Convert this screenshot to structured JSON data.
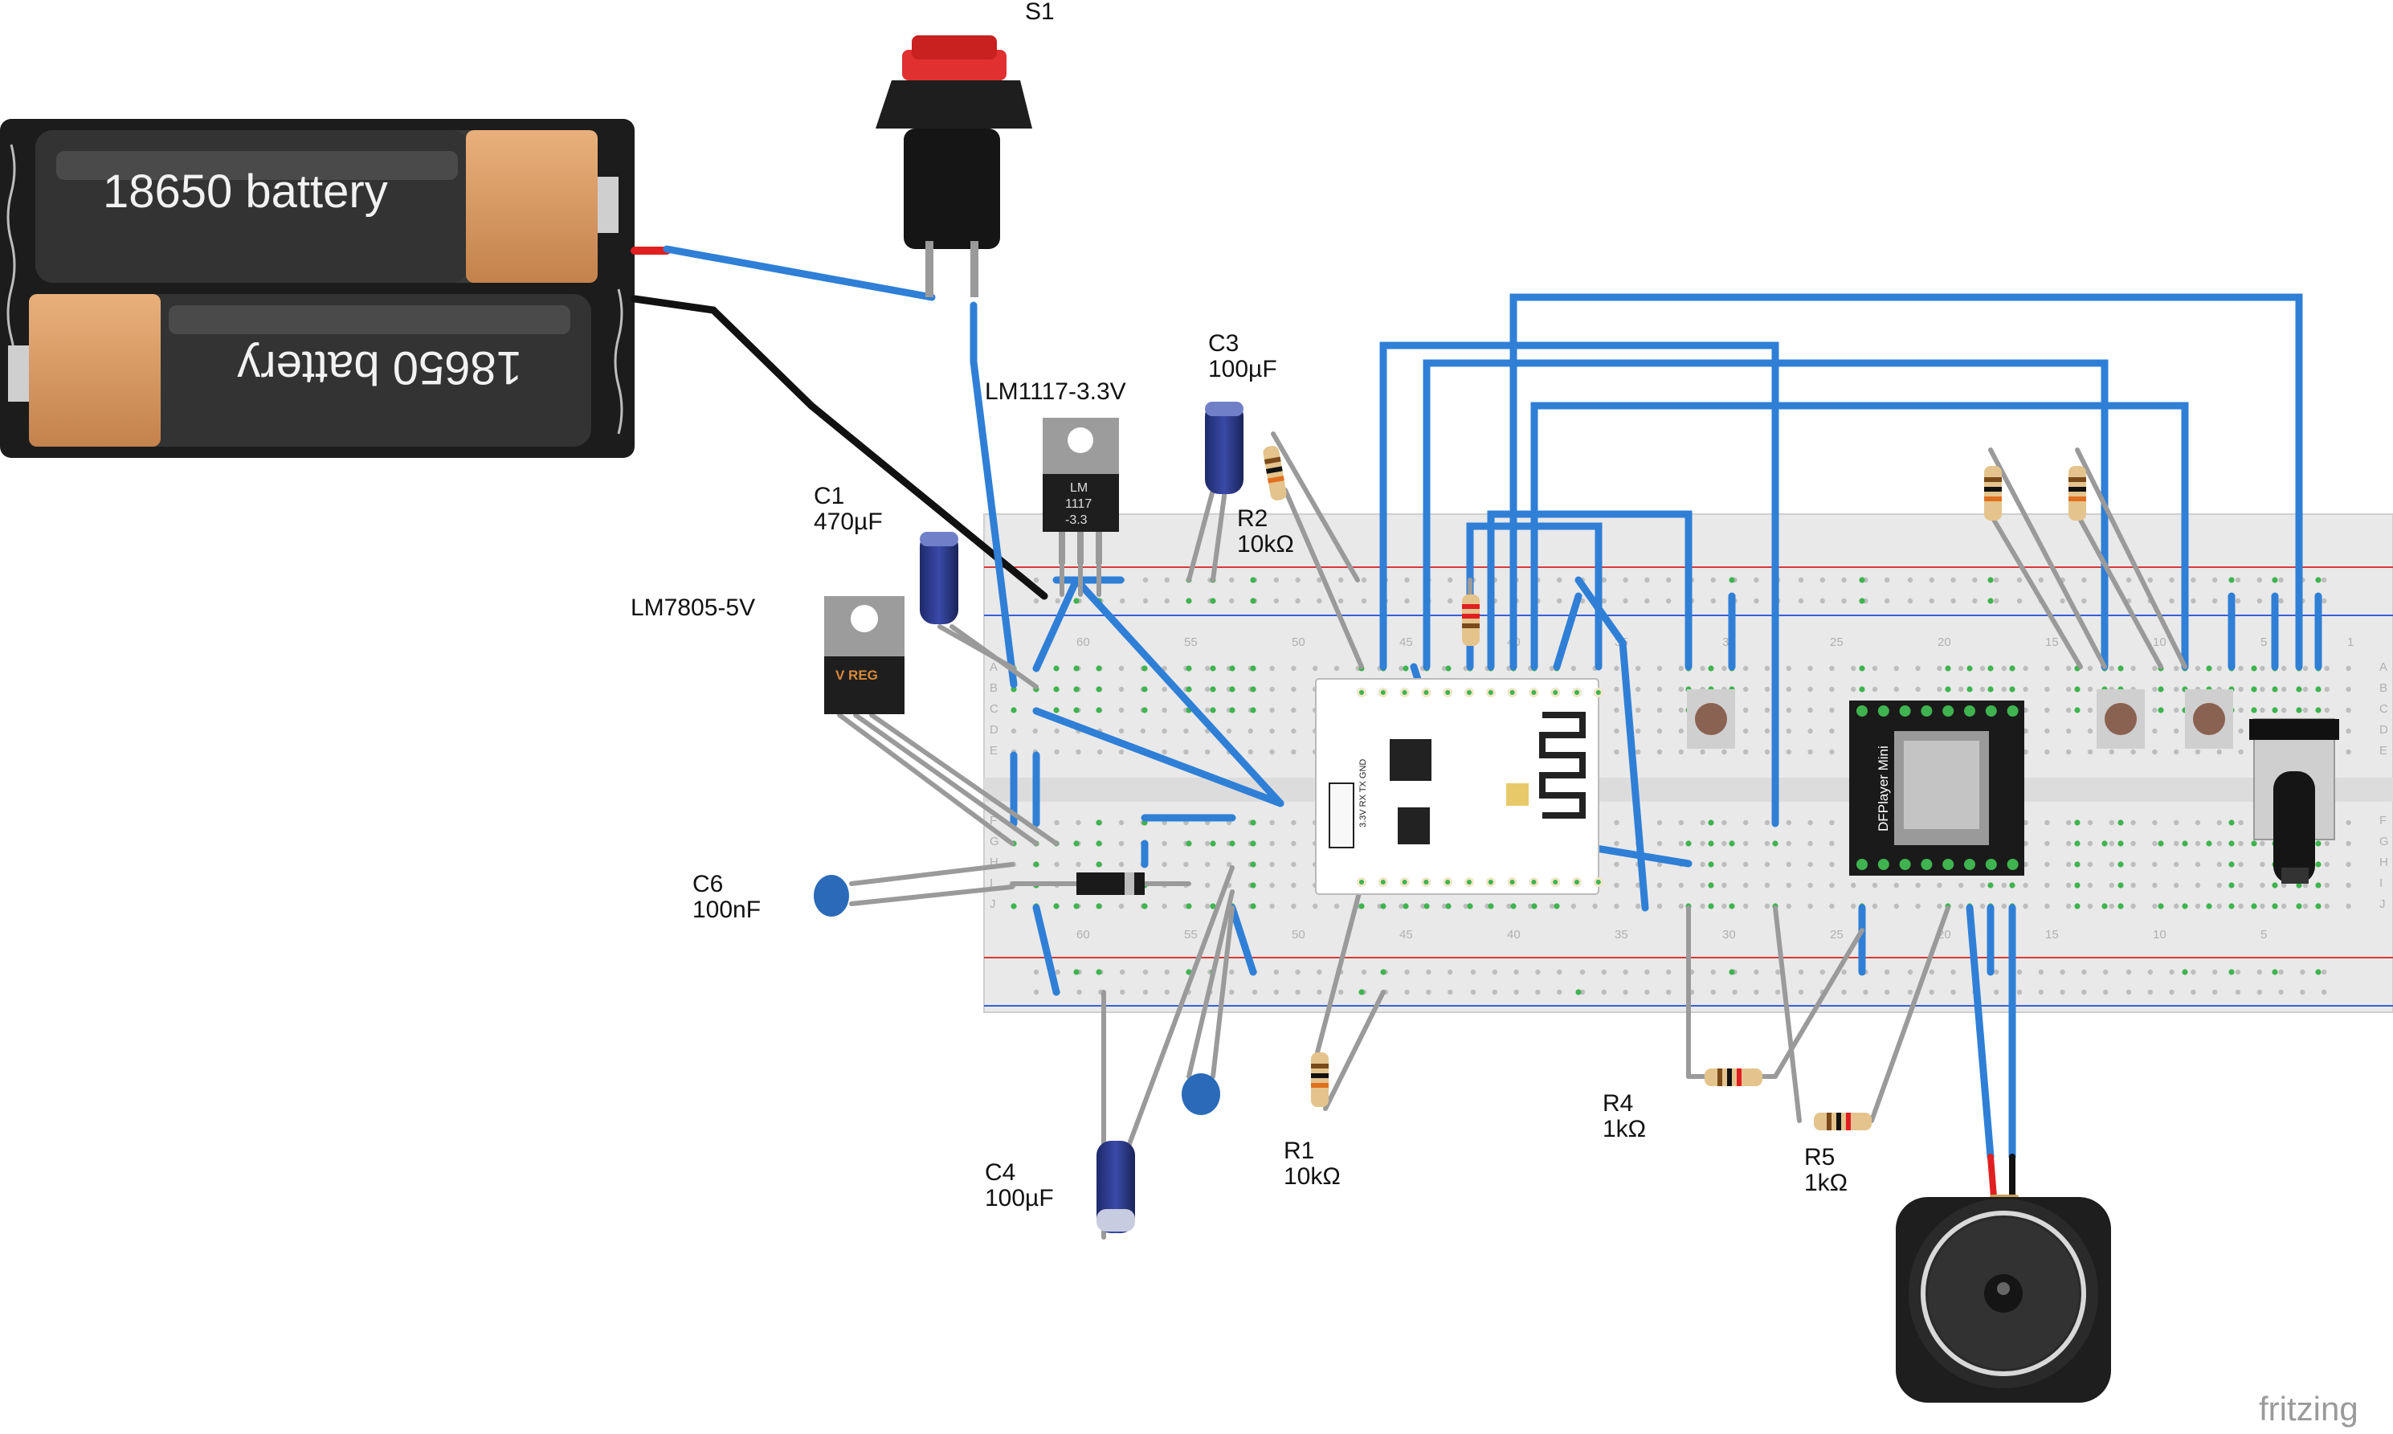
{
  "battery": {
    "top_label": "18650 battery",
    "bottom_label": "18650 battery"
  },
  "labels": {
    "s1": "S1",
    "lm1117": "LM1117-3.3V",
    "lm7805": "LM7805-5V",
    "c1_name": "C1",
    "c1_value": "470µF",
    "c3_name": "C3",
    "c3_value": "100µF",
    "r2_name": "R2",
    "r2_value": "10kΩ",
    "c6_name": "C6",
    "c6_value": "100nF",
    "c4_name": "C4",
    "c4_value": "100µF",
    "r1_name": "R1",
    "r1_value": "10kΩ",
    "r4_name": "R4",
    "r4_value": "1kΩ",
    "r5_name": "R5",
    "r5_value": "1kΩ"
  },
  "chips": {
    "lm1117_line1": "LM",
    "lm1117_line2": "1117",
    "lm1117_line3": "-3.3",
    "lm7805_marking": "V REG",
    "dfplayer": "DFPlayer Mini",
    "esp_pins": "3.3V RX TX GND"
  },
  "breadboard": {
    "columns_top": [
      "60",
      "55",
      "50",
      "45",
      "40",
      "35",
      "30",
      "25",
      "20",
      "15",
      "10",
      "5",
      "1"
    ],
    "columns_bottom": [
      "60",
      "55",
      "50",
      "45",
      "40",
      "35",
      "30",
      "25",
      "20",
      "15",
      "10",
      "5"
    ],
    "rows_left": [
      "A",
      "B",
      "C",
      "D",
      "E",
      "F",
      "G",
      "H",
      "I",
      "J"
    ],
    "rows_right": [
      "A",
      "B",
      "C",
      "D",
      "E",
      "F",
      "G",
      "H",
      "I",
      "J"
    ]
  },
  "watermark": "fritzing",
  "colors": {
    "wire_blue": "#2f7fd6",
    "wire_gray": "#9a9a9a",
    "wire_black": "#111111",
    "wire_red": "#e02020",
    "breadboard": "#e9e9e9",
    "rail_red": "#d83a3a",
    "rail_blue": "#3a5fd8",
    "hole_green": "#3fb34f"
  }
}
